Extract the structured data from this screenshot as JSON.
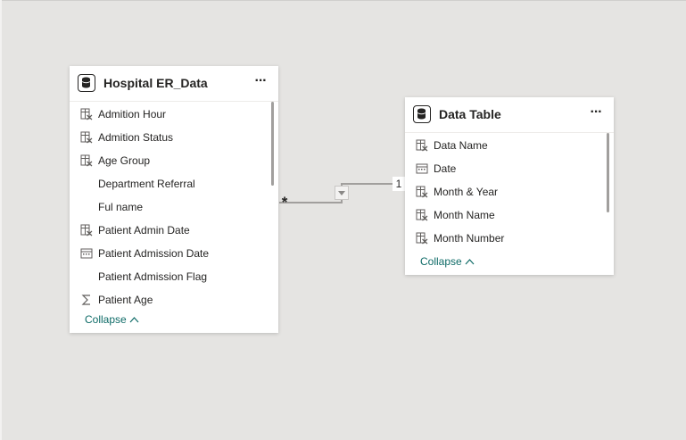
{
  "tables": [
    {
      "title": "Hospital ER_Data",
      "more_label": "···",
      "fields": [
        {
          "label": "Admition Hour",
          "icon": "calculated-column-icon"
        },
        {
          "label": "Admition Status",
          "icon": "calculated-column-icon"
        },
        {
          "label": "Age Group",
          "icon": "calculated-column-icon"
        },
        {
          "label": "Department Referral",
          "icon": ""
        },
        {
          "label": "Ful name",
          "icon": ""
        },
        {
          "label": "Patient Admin Date",
          "icon": "calculated-column-icon"
        },
        {
          "label": "Patient Admission Date",
          "icon": "calendar-icon"
        },
        {
          "label": "Patient Admission Flag",
          "icon": ""
        },
        {
          "label": "Patient Age",
          "icon": "sum-icon"
        }
      ],
      "collapse_label": "Collapse",
      "collapse_chevron": "^"
    },
    {
      "title": "Data Table",
      "more_label": "···",
      "fields": [
        {
          "label": "Data Name",
          "icon": "calculated-column-icon"
        },
        {
          "label": "Date",
          "icon": "calendar-icon"
        },
        {
          "label": "Month & Year",
          "icon": "calculated-column-icon"
        },
        {
          "label": "Month Name",
          "icon": "calculated-column-icon"
        },
        {
          "label": "Month Number",
          "icon": "calculated-column-icon"
        }
      ],
      "collapse_label": "Collapse",
      "collapse_chevron": "^"
    }
  ],
  "relationship": {
    "many_label": "*",
    "one_label": "1",
    "line_color": "#a19f9d"
  },
  "colors": {
    "canvas": "#e5e4e2",
    "accent_link": "#0e6b67",
    "text": "#252423"
  }
}
